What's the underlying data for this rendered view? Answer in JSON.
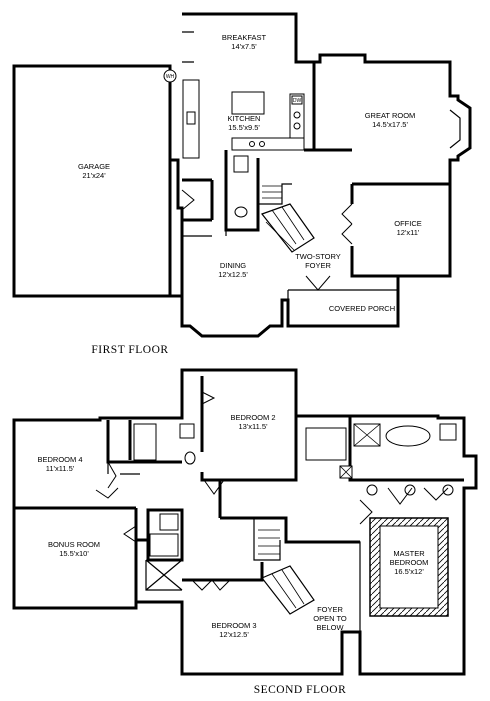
{
  "floors": {
    "first": {
      "title": "FIRST FLOOR",
      "rooms": {
        "breakfast": {
          "name": "BREAKFAST",
          "size": "14'x7.5'"
        },
        "kitchen": {
          "name": "KITCHEN",
          "size": "15.5'x9.5'"
        },
        "great_room": {
          "name": "GREAT ROOM",
          "size": "14.5'x17.5'"
        },
        "garage": {
          "name": "GARAGE",
          "size": "21'x24'"
        },
        "office": {
          "name": "OFFICE",
          "size": "12'x11'"
        },
        "dining": {
          "name": "DINING",
          "size": "12'x12.5'"
        },
        "foyer": {
          "name": "TWO-STORY",
          "size": "FOYER"
        },
        "porch": {
          "name": "COVERED PORCH"
        }
      },
      "fixtures": {
        "water_heater": "WH",
        "dishwasher": "DW"
      }
    },
    "second": {
      "title": "SECOND FLOOR",
      "rooms": {
        "bedroom2": {
          "name": "BEDROOM 2",
          "size": "13'x11.5'"
        },
        "bedroom4": {
          "name": "BEDROOM 4",
          "size": "11'x11.5'"
        },
        "bonus": {
          "name": "BONUS ROOM",
          "size": "15.5'x10'"
        },
        "master": {
          "name": "MASTER",
          "name2": "BEDROOM",
          "size": "16.5'x12'"
        },
        "bedroom3": {
          "name": "BEDROOM 3",
          "size": "12'x12.5'"
        },
        "foyer_open": {
          "line1": "FOYER",
          "line2": "OPEN TO",
          "line3": "BELOW"
        }
      }
    }
  }
}
